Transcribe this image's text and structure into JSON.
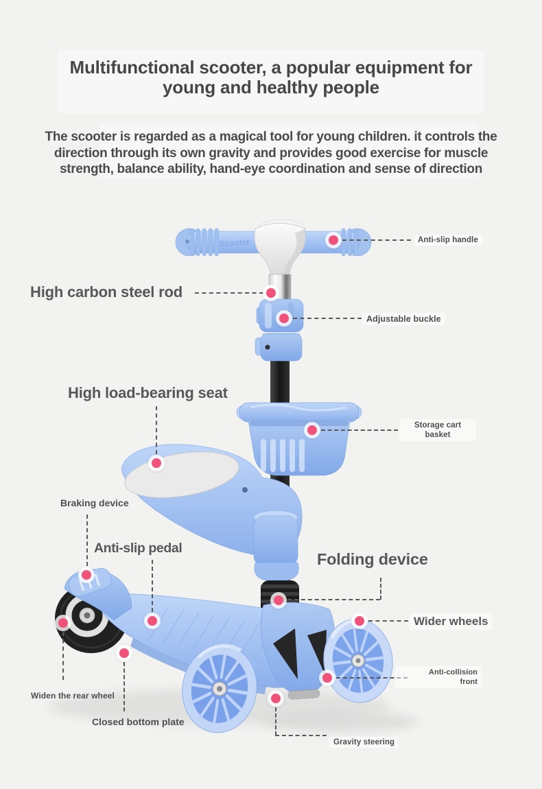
{
  "colors": {
    "background": "#f2f2f1",
    "accent_pink": "#f0527a",
    "dash_line": "#585858",
    "title_text": "#464646",
    "label_text": "#4e4e4e",
    "scooter_blue": "#a9c7f0",
    "scooter_blue_dark": "#7fa6e4",
    "seat_top_gray": "#eaeaea",
    "rod_black": "#1c1c1c"
  },
  "header": {
    "title_line1": "Multifunctional scooter, a popular equipment for",
    "title_line2": "young and healthy people"
  },
  "intro": {
    "line1": "The scooter is regarded as a magical tool for young children. it controls the",
    "line2": "direction through its own gravity and provides good exercise for muscle",
    "line3": "strength, balance ability, hand-eye coordination and sense of direction"
  },
  "callouts": {
    "handle": {
      "label": "Anti-slip handle"
    },
    "rod": {
      "label": "High carbon steel rod"
    },
    "buckle": {
      "label": "Adjustable buckle"
    },
    "seat": {
      "label": "High load-bearing seat"
    },
    "basket": {
      "line1": "Storage cart",
      "line2": "basket"
    },
    "brake": {
      "label": "Braking device"
    },
    "pedal": {
      "label": "Anti-slip pedal"
    },
    "fold": {
      "label": "Folding device"
    },
    "wheels": {
      "label": "Wider wheels"
    },
    "front": {
      "line1": "Anti-collision",
      "line2": "front"
    },
    "gravity": {
      "label": "Gravity steering"
    },
    "rear": {
      "label": "Widen the rear wheel"
    },
    "plate": {
      "label": "Closed bottom plate"
    }
  },
  "illustration": {
    "grip_text": "Scooter"
  }
}
